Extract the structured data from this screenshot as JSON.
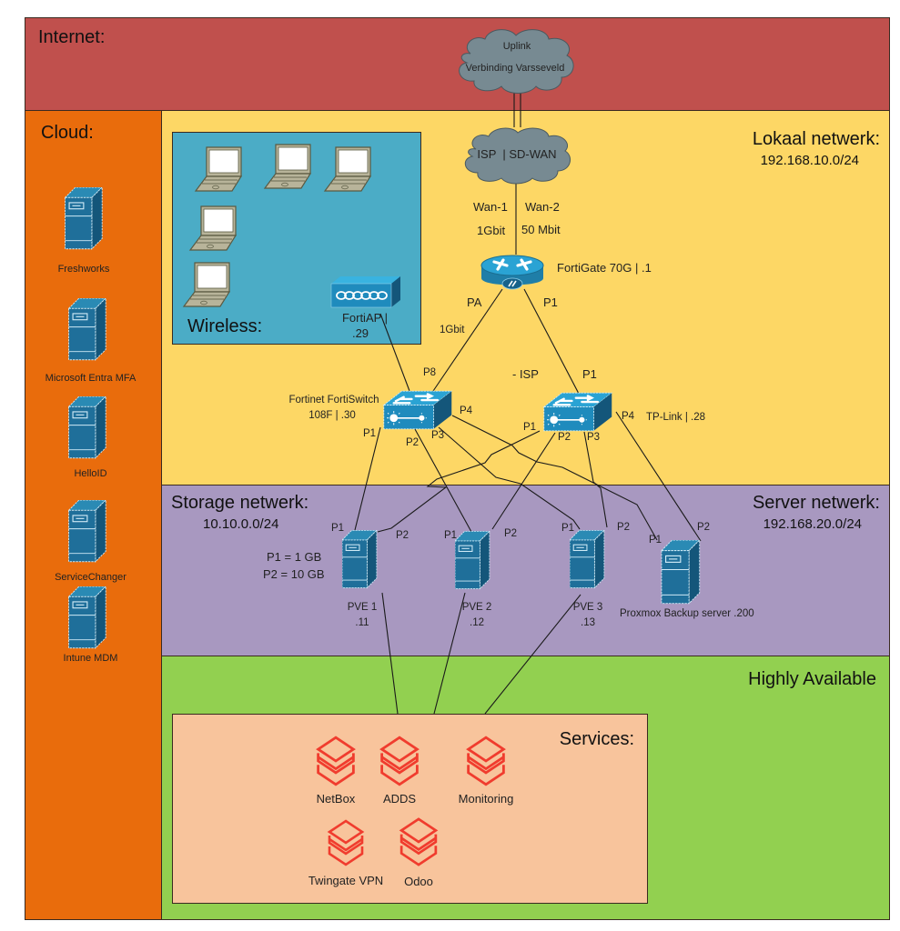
{
  "colors": {
    "internet": "#c0504d",
    "cloud": "#e96c0c",
    "lokaal": "#fdd765",
    "wireless": "#4bacc6",
    "storage_server": "#a898c0",
    "highly_available": "#92d050",
    "services": "#f8c49c",
    "device_blue": "#1f7ea8",
    "service_red": "#f03c2e",
    "cloud_grey": "#778a92"
  },
  "zones": {
    "internet": {
      "label": "Internet:"
    },
    "cloud": {
      "label": "Cloud:"
    },
    "lokaal": {
      "label": "Lokaal netwerk:",
      "subnet": "192.168.10.0/24"
    },
    "wireless": {
      "label": "Wireless:"
    },
    "storage": {
      "label": "Storage netwerk:",
      "subnet": "10.10.0.0/24"
    },
    "server": {
      "label": "Server netwerk:",
      "subnet": "192.168.20.0/24"
    },
    "highly_available": {
      "label": "Highly Available"
    },
    "services": {
      "label": "Services:"
    }
  },
  "uplink_cloud": {
    "line1": "Uplink",
    "line2": "Verbinding Varsseveld"
  },
  "isp_cloud": {
    "label": "ISP  | SD-WAN"
  },
  "wan": {
    "wan1": "Wan-1",
    "wan2": "Wan-2",
    "wan1_speed": "1Gbit",
    "wan2_speed": "50 Mbit"
  },
  "fortigate": {
    "label": "FortiGate 70G | .1",
    "port_left": "PA",
    "port_right": "P1",
    "link_speed": "1Gbit"
  },
  "fortiap": {
    "line1": "FortiAP |",
    "line2": ".29"
  },
  "fortiswitch": {
    "line1": "Fortinet FortiSwitch",
    "line2": "108F | .30",
    "ports": {
      "p8": "P8",
      "p1": "P1",
      "p2": "P2",
      "p3": "P3",
      "p4": "P4"
    }
  },
  "isp_note": "- ISP",
  "tplink": {
    "label": "TP-Link | .28",
    "ports": {
      "p1_top": "P1",
      "p1": "P1",
      "p2": "P2",
      "p3": "P3",
      "p4": "P4"
    }
  },
  "port_legend": {
    "line1": "P1 = 1 GB",
    "line2": "P2 = 10 GB"
  },
  "servers": [
    {
      "name": "PVE 1",
      "ip": ".11",
      "p1": "P1",
      "p2": "P2"
    },
    {
      "name": "PVE 2",
      "ip": ".12",
      "p1": "P1",
      "p2": "P2"
    },
    {
      "name": "PVE 3",
      "ip": ".13",
      "p1": "P1",
      "p2": "P2"
    },
    {
      "name": "Proxmox Backup server .200",
      "ip": "",
      "p1": "P1",
      "p2": "P2"
    }
  ],
  "cloud_services": [
    {
      "label": "Freshworks"
    },
    {
      "label": "Microsoft Entra MFA"
    },
    {
      "label": "HelloID"
    },
    {
      "label": "ServiceChanger"
    },
    {
      "label": "Intune MDM"
    }
  ],
  "services": [
    {
      "label": "NetBox"
    },
    {
      "label": "ADDS"
    },
    {
      "label": "Monitoring"
    },
    {
      "label": "Twingate VPN"
    },
    {
      "label": "Odoo"
    }
  ],
  "wireless_clients": [
    {
      "name": "laptop-1"
    },
    {
      "name": "laptop-2"
    },
    {
      "name": "laptop-3"
    },
    {
      "name": "laptop-4"
    },
    {
      "name": "laptop-5"
    }
  ]
}
